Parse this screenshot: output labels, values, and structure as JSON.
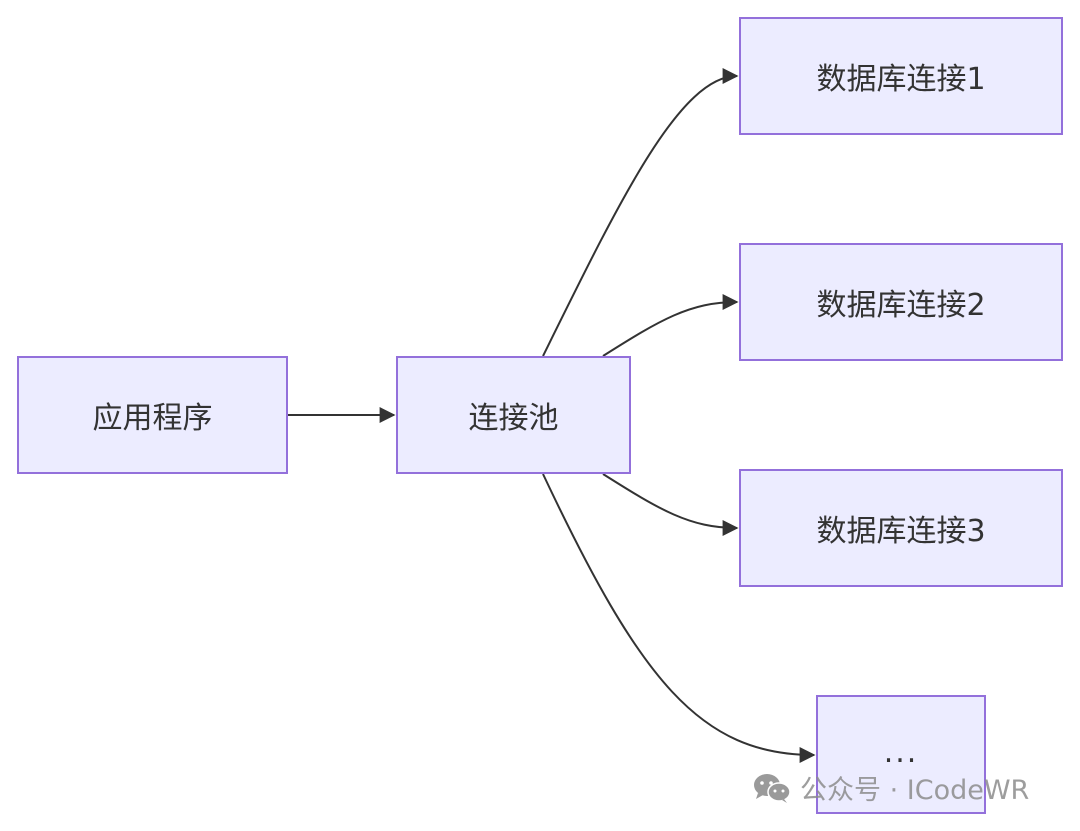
{
  "diagram": {
    "type": "flowchart",
    "direction": "LR",
    "colors": {
      "node_fill": "#ECECFF",
      "node_stroke": "#9370DB",
      "edge": "#333333",
      "text": "#333333"
    },
    "nodes": [
      {
        "id": "app",
        "label": "应用程序"
      },
      {
        "id": "pool",
        "label": "连接池"
      },
      {
        "id": "db1",
        "label": "数据库连接1"
      },
      {
        "id": "db2",
        "label": "数据库连接2"
      },
      {
        "id": "db3",
        "label": "数据库连接3"
      },
      {
        "id": "more",
        "label": "..."
      }
    ],
    "edges": [
      {
        "from": "app",
        "to": "pool"
      },
      {
        "from": "pool",
        "to": "db1"
      },
      {
        "from": "pool",
        "to": "db2"
      },
      {
        "from": "pool",
        "to": "db3"
      },
      {
        "from": "pool",
        "to": "more"
      }
    ]
  },
  "watermark": {
    "icon": "wechat-icon",
    "text": "公众号 · ICodeWR"
  }
}
